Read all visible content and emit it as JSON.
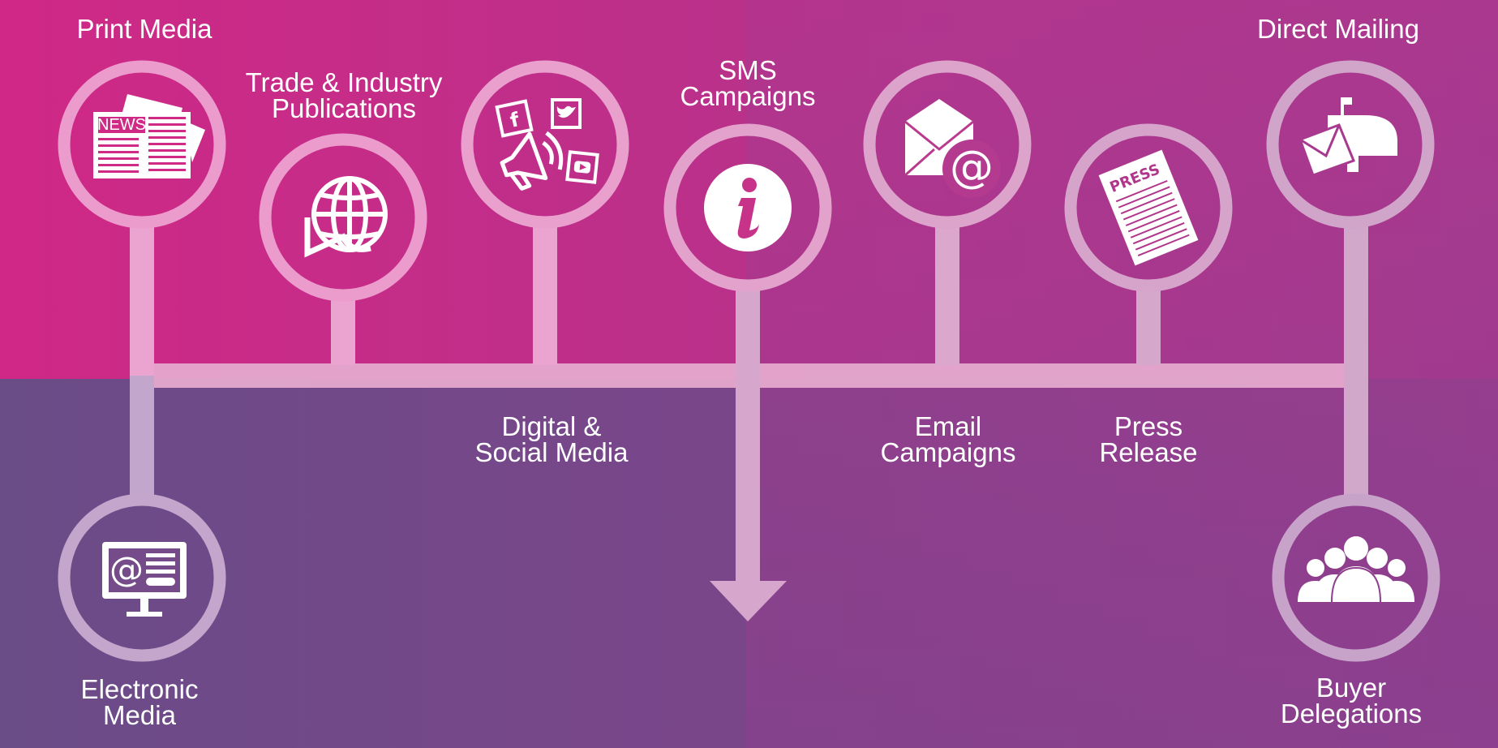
{
  "colors": {
    "top_pink": "#d02886",
    "top_purple": "#a33a8f",
    "bottom_indigo": "#6a4c87",
    "bottom_purple": "#8b3f8d",
    "line": "#e8a8cf",
    "line_lower": "#c7a5cb",
    "icon": "#ffffff"
  },
  "nodes": [
    {
      "id": "print-media",
      "lines": [
        "Print Media"
      ],
      "icon": "newspaper-icon"
    },
    {
      "id": "trade-industry-publications",
      "lines": [
        "Trade & Industry",
        "Publications"
      ],
      "icon": "globe-icon"
    },
    {
      "id": "digital-social-media",
      "lines": [
        "Digital &",
        "Social Media"
      ],
      "icon": "social-megaphone-icon",
      "social": {
        "facebook": "f",
        "twitter": "twitter-bird",
        "youtube": "play"
      }
    },
    {
      "id": "sms-campaigns",
      "lines": [
        "SMS",
        "Campaigns"
      ],
      "icon": "info-icon",
      "glyph": "i"
    },
    {
      "id": "email-campaigns",
      "lines": [
        "Email",
        "Campaigns"
      ],
      "icon": "envelope-at-icon",
      "glyph": "@"
    },
    {
      "id": "press-release",
      "lines": [
        "Press",
        "Release"
      ],
      "icon": "press-paper-icon",
      "glyph": "PRESS"
    },
    {
      "id": "direct-mailing",
      "lines": [
        "Direct Mailing"
      ],
      "icon": "mailbox-icon"
    },
    {
      "id": "electronic-media",
      "lines": [
        "Electronic",
        "Media"
      ],
      "icon": "monitor-at-icon",
      "glyph": "@"
    },
    {
      "id": "buyer-delegations",
      "lines": [
        "Buyer",
        "Delegations"
      ],
      "icon": "group-icon"
    }
  ],
  "newspaper_word": "NEWS"
}
